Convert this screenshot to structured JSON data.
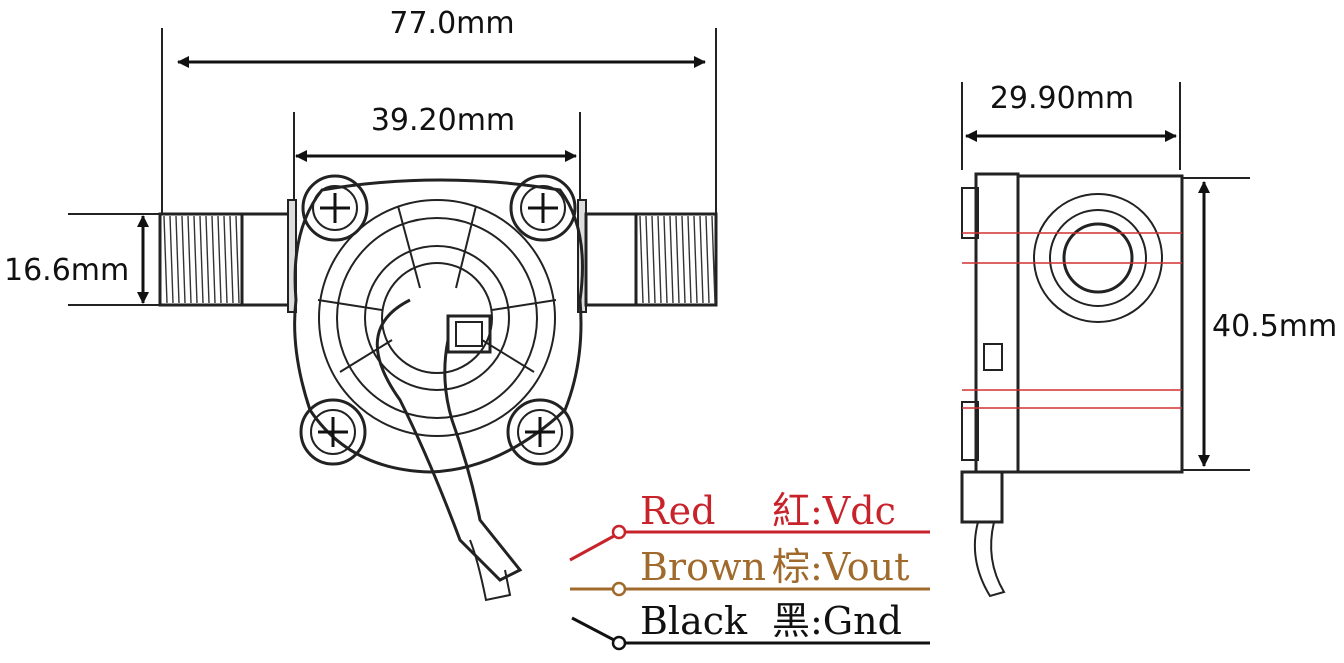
{
  "dimensions": {
    "overall_length": "77.0mm",
    "body_width": "39.20mm",
    "thread_diameter": "16.6mm",
    "side_width": "29.90mm",
    "height": "40.5mm"
  },
  "wires": [
    {
      "color_name": "Red",
      "cjk": "紅",
      "signal": ":Vdc",
      "color": "#c8222a"
    },
    {
      "color_name": "Brown",
      "cjk": "棕",
      "signal": ":Vout",
      "color": "#a06a2c"
    },
    {
      "color_name": "Black",
      "cjk": "黑",
      "signal": ":Gnd",
      "color": "#111111"
    }
  ],
  "colors": {
    "line": "#222222",
    "red": "#c8222a",
    "brown": "#a06a2c",
    "black": "#111111"
  }
}
